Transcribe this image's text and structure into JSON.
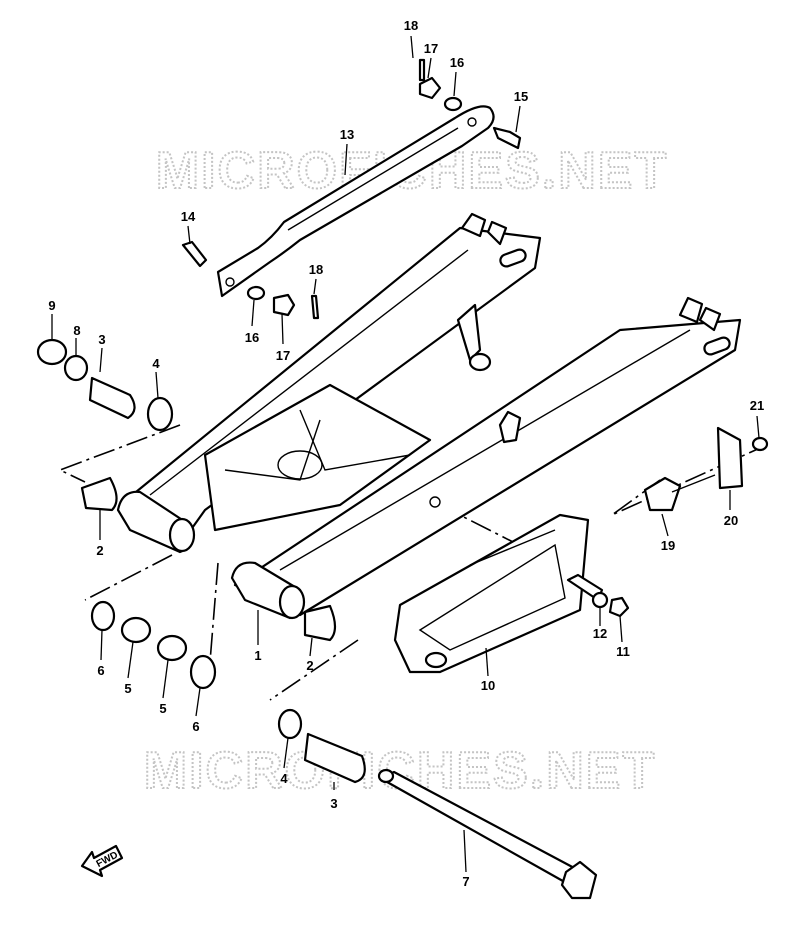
{
  "watermark": "MICROFICHES.NET",
  "fwd_label": "FWD",
  "callouts": {
    "p1": "1",
    "p2a": "2",
    "p2b": "2",
    "p3a": "3",
    "p3b": "3",
    "p4a": "4",
    "p4b": "4",
    "p5a": "5",
    "p5b": "5",
    "p6a": "6",
    "p6b": "6",
    "p7": "7",
    "p8": "8",
    "p9": "9",
    "p10": "10",
    "p11": "11",
    "p12": "12",
    "p13": "13",
    "p14": "14",
    "p15": "15",
    "p16a": "16",
    "p16b": "16",
    "p17a": "17",
    "p17b": "17",
    "p18a": "18",
    "p18b": "18",
    "p19": "19",
    "p20": "20",
    "p21": "21"
  }
}
